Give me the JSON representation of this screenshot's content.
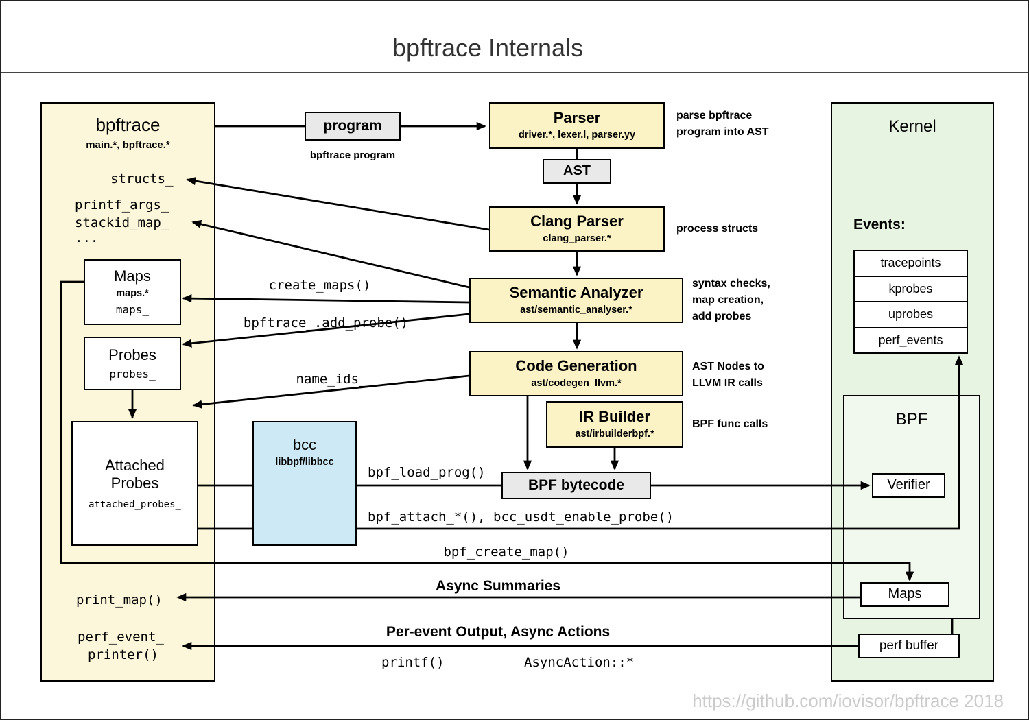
{
  "title": "bpftrace Internals",
  "footer": "https://github.com/iovisor/bpftrace 2018",
  "colors": {
    "panel_yellow": "#FCF7DA",
    "process_yellow": "#FBF2C5",
    "box_gray": "#E9E9E9",
    "bcc_blue": "#CEE9F6",
    "kernel_green": "#E7F4E2",
    "arrow_black": "#000000"
  },
  "bpftrace_panel": {
    "title": "bpftrace",
    "subtitle": "main.*, bpftrace.*",
    "structs": "structs_",
    "printf_args": "printf_args_",
    "stackid_map": "stackid_map_",
    "ellipsis": "...",
    "maps_box": {
      "title": "Maps",
      "subtitle": "maps.*",
      "field": "maps_"
    },
    "probes_box": {
      "title": "Probes",
      "field": "probes_"
    },
    "attached_box": {
      "title_line1": "Attached",
      "title_line2": "Probes",
      "field": "attached_probes_"
    },
    "print_map": "print_map()",
    "perf_event_line1": "perf_event_",
    "perf_event_line2": "printer()"
  },
  "pipeline": {
    "program_label": "program",
    "program_caption": "bpftrace program",
    "parser": {
      "title": "Parser",
      "subtitle": "driver.*, lexer.l, parser.yy",
      "note_line1": "parse bpftrace",
      "note_line2": "program into AST"
    },
    "ast_label": "AST",
    "clang": {
      "title": "Clang Parser",
      "subtitle": "clang_parser.*",
      "note": "process structs"
    },
    "semantic": {
      "title": "Semantic Analyzer",
      "subtitle": "ast/semantic_analyser.*",
      "note_line1": "syntax checks,",
      "note_line2": "map creation,",
      "note_line3": "add probes"
    },
    "codegen": {
      "title": "Code Generation",
      "subtitle": "ast/codegen_llvm.*",
      "note_line1": "AST Nodes to",
      "note_line2": "LLVM IR calls"
    },
    "irbuilder": {
      "title": "IR Builder",
      "subtitle": "ast/irbuilderbpf.*",
      "note": "BPF func calls"
    },
    "bytecode_label": "BPF bytecode",
    "bcc": {
      "title": "bcc",
      "subtitle": "libbpf/libbcc"
    }
  },
  "kernel_panel": {
    "title": "Kernel",
    "events_label": "Events:",
    "events": [
      "tracepoints",
      "kprobes",
      "uprobes",
      "perf_events"
    ],
    "bpf_label": "BPF",
    "verifier_label": "Verifier",
    "maps_label": "Maps",
    "perf_buffer_label": "perf buffer"
  },
  "edge_labels": {
    "create_maps": "create_maps()",
    "add_probe": "bpftrace_.add_probe()",
    "name_ids": "name_ids_",
    "bpf_load_prog": "bpf_load_prog()",
    "bpf_attach": "bpf_attach_*(), bcc_usdt_enable_probe()",
    "bpf_create_map": "bpf_create_map()",
    "async_summaries": "Async Summaries",
    "per_event": "Per-event Output, Async Actions",
    "printf": "printf()",
    "async_action": "AsyncAction::*"
  }
}
